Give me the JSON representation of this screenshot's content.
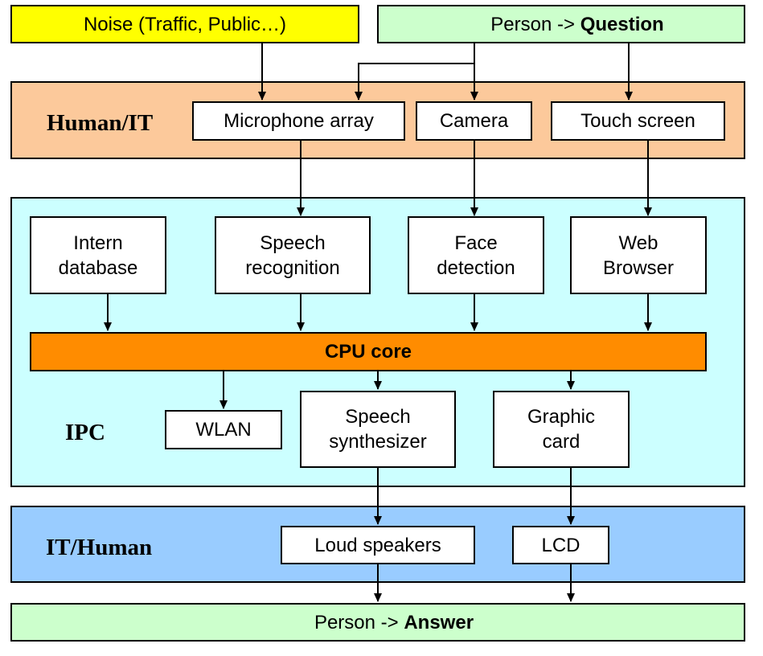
{
  "colors": {
    "noise_fill": "#ffff00",
    "person_fill": "#ccffcc",
    "human_it_fill": "#fcc99b",
    "ipc_fill": "#ccffff",
    "it_human_fill": "#99ccff",
    "cpu_fill": "#ff8c00",
    "box_fill": "#ffffff",
    "line": "#000000"
  },
  "top": {
    "noise": "Noise (Traffic, Public…)",
    "question_prefix": "Person -> ",
    "question_bold": "Question"
  },
  "layers": {
    "human_it": "Human/IT",
    "ipc": "IPC",
    "it_human": "IT/Human"
  },
  "boxes": {
    "microphone": "Microphone array",
    "camera": "Camera",
    "touch": "Touch screen",
    "intern_db": "Intern\ndatabase",
    "speech_recognition": "Speech\nrecognition",
    "face_detection": "Face\ndetection",
    "web_browser": "Web\nBrowser",
    "cpu": "CPU core",
    "wlan": "WLAN",
    "speech_synth": "Speech\nsynthesizer",
    "graphic_card": "Graphic\ncard",
    "loudspeakers": "Loud speakers",
    "lcd": "LCD"
  },
  "bottom": {
    "answer_prefix": "Person -> ",
    "answer_bold": "Answer"
  }
}
